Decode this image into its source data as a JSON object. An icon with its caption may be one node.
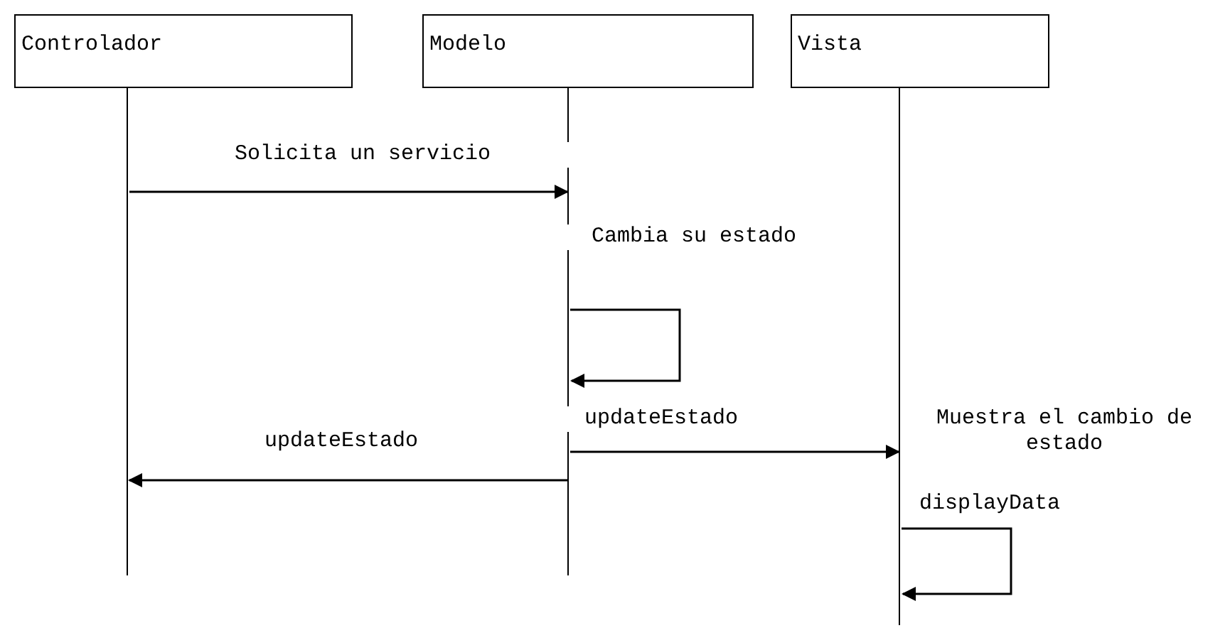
{
  "diagram": {
    "nodes": [
      {
        "text": [
          "Controlador"
        ]
      },
      {
        "text": [
          "Modelo"
        ]
      },
      {
        "text": [
          "Vista"
        ]
      }
    ],
    "edges": [
      {
        "from": 0,
        "to": 1,
        "arrow": "to",
        "label": "Solicita un servicio"
      },
      {
        "from": 1,
        "to": 1,
        "arrow": "to",
        "label": "Cambia su estado"
      },
      {
        "from": 1,
        "to": 2,
        "arrow": "to",
        "label": "updateEstado"
      },
      {
        "from": 1,
        "to": 0,
        "arrow": "to",
        "label": "updateEstado"
      },
      {
        "from": 2,
        "to": 2,
        "arrow": "to",
        "label": "displayData"
      }
    ],
    "labels": [
      "Muestra el cambio de estado"
    ]
  }
}
